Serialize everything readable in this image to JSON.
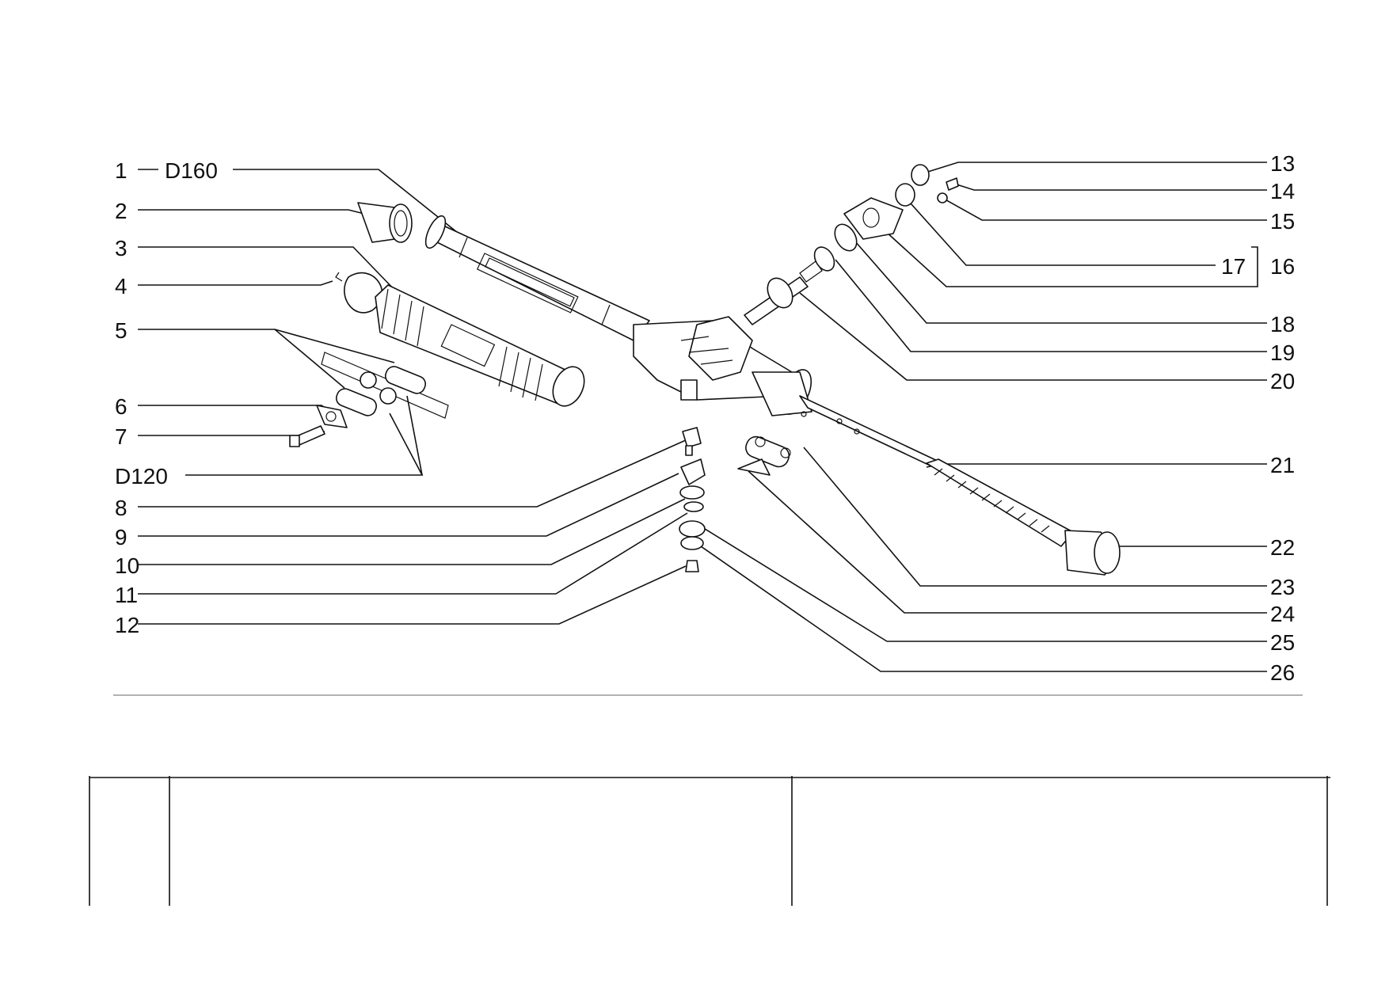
{
  "callouts": {
    "left": [
      {
        "id": "1",
        "code": "D160"
      },
      {
        "id": "2"
      },
      {
        "id": "3"
      },
      {
        "id": "4"
      },
      {
        "id": "5"
      },
      {
        "id": "6"
      },
      {
        "id": "7"
      },
      {
        "id": "D120"
      },
      {
        "id": "8"
      },
      {
        "id": "9"
      },
      {
        "id": "10"
      },
      {
        "id": "11"
      },
      {
        "id": "12"
      }
    ],
    "right": [
      {
        "id": "13"
      },
      {
        "id": "14"
      },
      {
        "id": "15"
      },
      {
        "id": "17"
      },
      {
        "id": "16"
      },
      {
        "id": "18"
      },
      {
        "id": "19"
      },
      {
        "id": "20"
      },
      {
        "id": "21"
      },
      {
        "id": "22"
      },
      {
        "id": "23"
      },
      {
        "id": "24"
      },
      {
        "id": "25"
      },
      {
        "id": "26"
      }
    ]
  },
  "parts_table": {
    "columns": [
      "",
      "",
      ""
    ],
    "rows": []
  },
  "colors": {
    "ink": "#111111",
    "paper": "#ffffff"
  }
}
